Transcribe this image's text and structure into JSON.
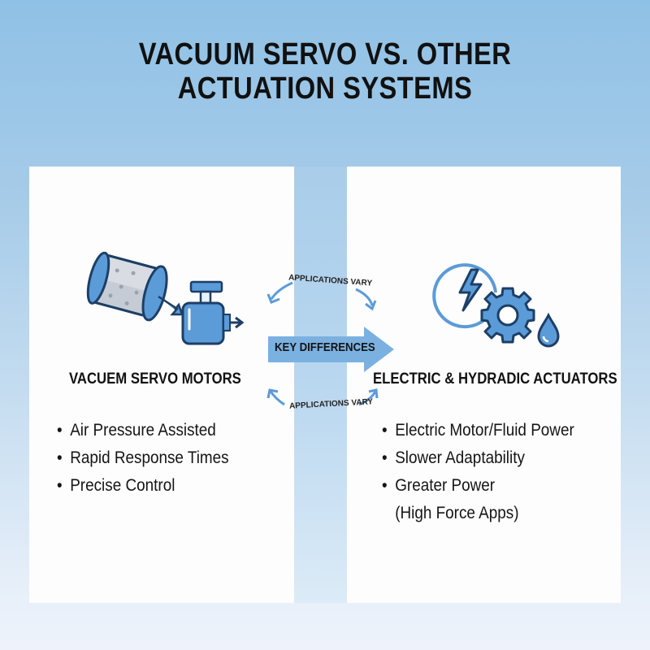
{
  "title": {
    "line1": "VACUUM SERVO VS. OTHER",
    "line2": "ACTUATION SYSTEMS"
  },
  "colors": {
    "accent_blue": "#5b9bd8",
    "dark_navy": "#1d3f66",
    "background_top": "#8fc1e6",
    "card_bg": "#fdfdfe"
  },
  "center": {
    "arrow_label": "KEY DIFFERENCES",
    "top_curve_label": "APPLICATIONS VARY",
    "bottom_curve_label": "APPLICATIONS VARY"
  },
  "left_card": {
    "icon": "vacuum-pump-icon",
    "heading": "VACUEM SERVO MOTORS",
    "bullets": [
      "Air Pressure Assisted",
      "Rapid Response Times",
      "Precise Control"
    ]
  },
  "right_card": {
    "icon": "electric-gear-fluid-icon",
    "heading": "ELECTRIC & HYDRADIC ACTUATORS",
    "bullets": [
      "Electric Motor/Fluid Power",
      "Slower Adaptability",
      "Greater Power",
      "(High Force Apps)"
    ]
  }
}
